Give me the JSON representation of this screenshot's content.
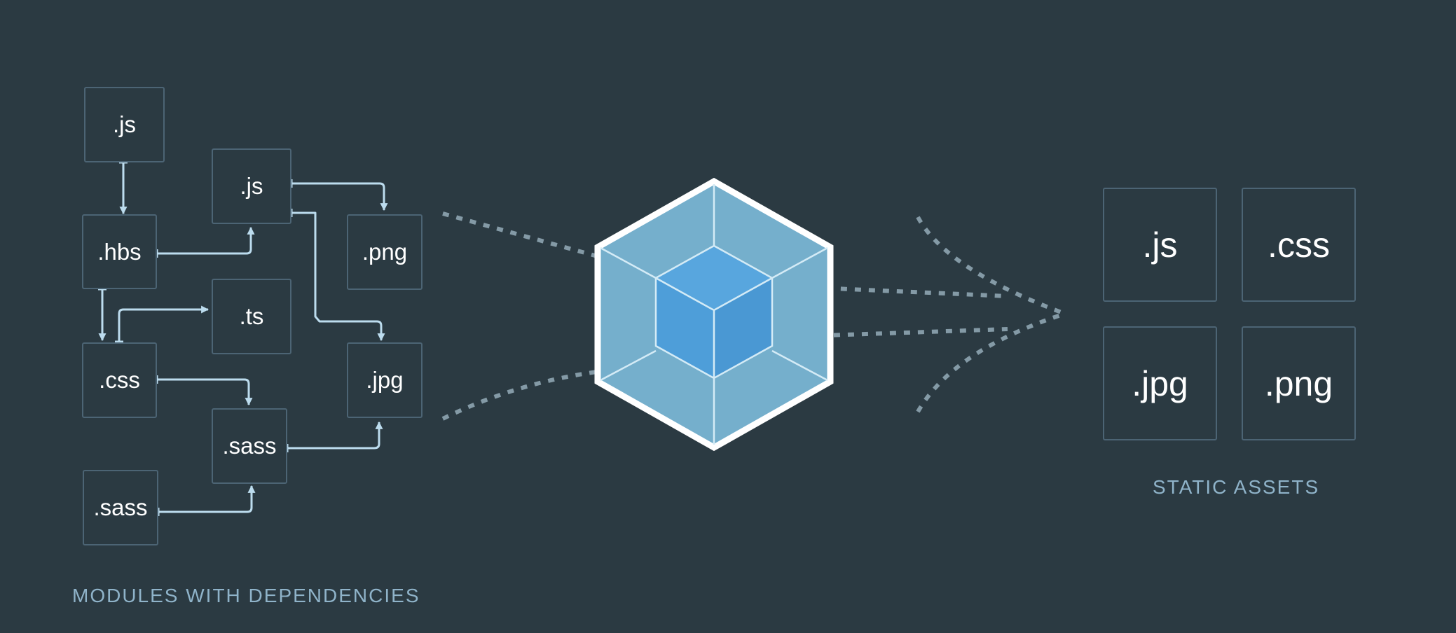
{
  "modules": [
    {
      "id": "m1",
      "label": ".js"
    },
    {
      "id": "m2",
      "label": ".js"
    },
    {
      "id": "m3",
      "label": ".hbs"
    },
    {
      "id": "m4",
      "label": ".png"
    },
    {
      "id": "m5",
      "label": ".ts"
    },
    {
      "id": "m6",
      "label": ".css"
    },
    {
      "id": "m7",
      "label": ".jpg"
    },
    {
      "id": "m8",
      "label": ".sass"
    },
    {
      "id": "m9",
      "label": ".sass"
    }
  ],
  "modules_caption": "MODULES WITH DEPENDENCIES",
  "assets": [
    {
      "id": "a1",
      "label": ".js"
    },
    {
      "id": "a2",
      "label": ".css"
    },
    {
      "id": "a3",
      "label": ".jpg"
    },
    {
      "id": "a4",
      "label": ".png"
    }
  ],
  "assets_caption": "STATIC ASSETS",
  "bundler_icon": "webpack-cube-icon",
  "colors": {
    "background": "#2b3a42",
    "box_border": "#4c6474",
    "arrow": "#bcdcee",
    "dots": "#849aa6",
    "cube_outer": "#75afcc",
    "cube_inner": "#509fdc",
    "caption": "#8fb3c9"
  }
}
